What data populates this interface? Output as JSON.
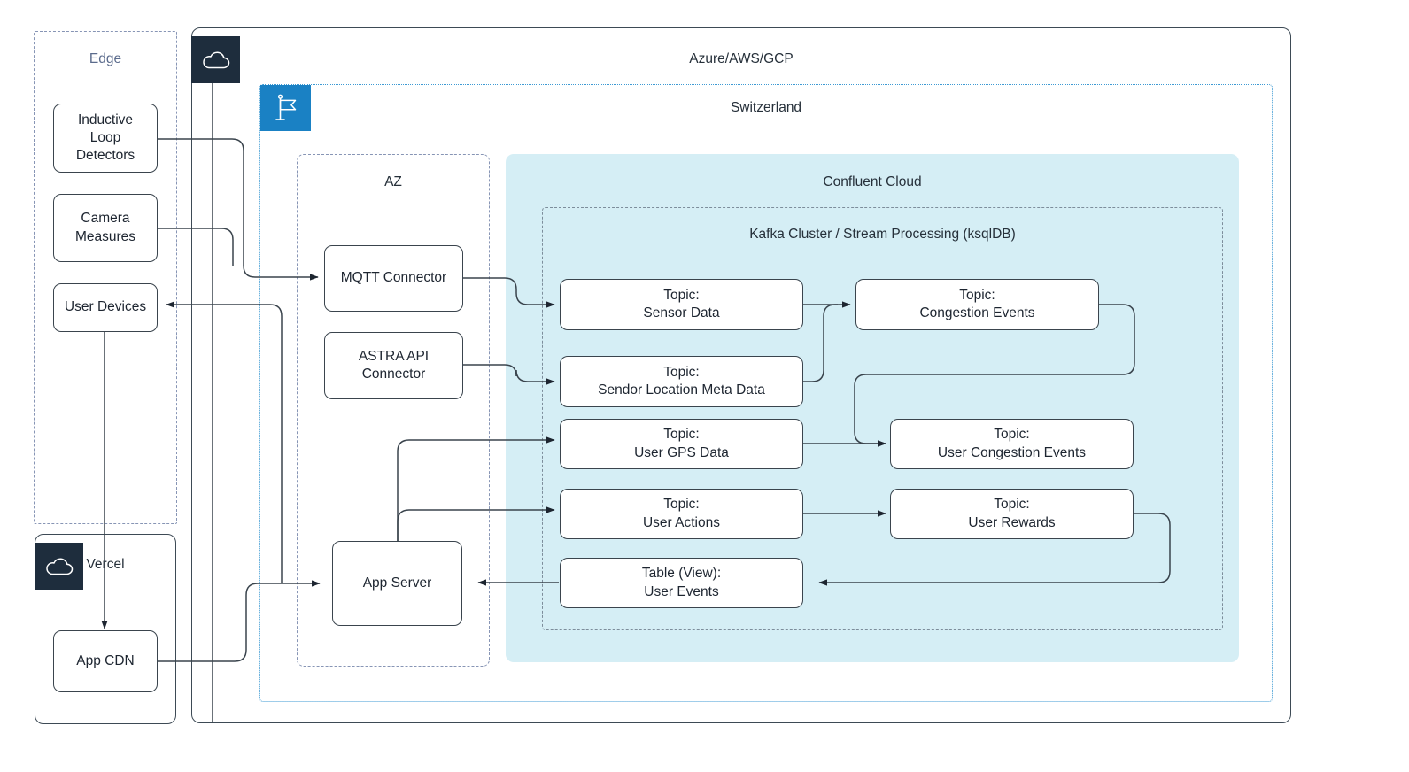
{
  "diagram": {
    "title": "Traffic congestion streaming architecture",
    "type": "architecture-flow"
  },
  "colors": {
    "confluent_fill": "#d5eef5",
    "cloud_badge": "#1e2d3d",
    "flag_badge": "#1a81c4",
    "edge_label": "#5b6b8c",
    "dotted_blue": "#3d9ad4",
    "dashed_grey": "#8795b5",
    "node_border": "#3a444d",
    "text": "#1d2530"
  },
  "containers": {
    "edge": {
      "label": "Edge"
    },
    "cloud_provider": {
      "label": "Azure/AWS/GCP",
      "icon": "cloud-icon"
    },
    "region": {
      "label": "Switzerland",
      "icon": "flag-icon"
    },
    "az": {
      "label": "AZ"
    },
    "confluent": {
      "label": "Confluent Cloud"
    },
    "kafka": {
      "label": "Kafka Cluster / Stream Processing (ksqlDB)"
    },
    "vercel": {
      "label": "Vercel",
      "icon": "cloud-icon"
    }
  },
  "nodes": {
    "inductive_loop_detectors": {
      "lines": [
        "Inductive",
        "Loop",
        "Detectors"
      ]
    },
    "camera_measures": {
      "lines": [
        "Camera",
        "Measures"
      ]
    },
    "user_devices": {
      "lines": [
        "User Devices"
      ]
    },
    "app_cdn": {
      "lines": [
        "App CDN"
      ]
    },
    "mqtt_connector": {
      "lines": [
        "MQTT Connector"
      ]
    },
    "astra_api_connector": {
      "lines": [
        "ASTRA API",
        "Connector"
      ]
    },
    "app_server": {
      "lines": [
        "App Server"
      ]
    },
    "topic_sensor_data": {
      "lines": [
        "Topic:",
        "Sensor Data"
      ]
    },
    "topic_sensor_location_meta_data": {
      "lines": [
        "Topic:",
        "Sendor Location Meta Data"
      ]
    },
    "topic_user_gps_data": {
      "lines": [
        "Topic:",
        "User GPS Data"
      ]
    },
    "topic_user_actions": {
      "lines": [
        "Topic:",
        "User Actions"
      ]
    },
    "table_user_events": {
      "lines": [
        "Table (View):",
        "User Events"
      ]
    },
    "topic_congestion_events": {
      "lines": [
        "Topic:",
        "Congestion Events"
      ]
    },
    "topic_user_congestion_events": {
      "lines": [
        "Topic:",
        "User Congestion Events"
      ]
    },
    "topic_user_rewards": {
      "lines": [
        "Topic:",
        "User Rewards"
      ]
    }
  },
  "edges": [
    {
      "from": "inductive_loop_detectors",
      "to": "mqtt_connector"
    },
    {
      "from": "camera_measures",
      "to": "mqtt_connector"
    },
    {
      "from": "mqtt_connector",
      "to": "topic_sensor_data"
    },
    {
      "from": "astra_api_connector",
      "to": "topic_sensor_location_meta_data"
    },
    {
      "from": "topic_sensor_data",
      "to": "topic_congestion_events"
    },
    {
      "from": "topic_sensor_location_meta_data",
      "to": "topic_congestion_events"
    },
    {
      "from": "topic_congestion_events",
      "to": "topic_user_congestion_events"
    },
    {
      "from": "topic_user_gps_data",
      "to": "topic_user_congestion_events"
    },
    {
      "from": "topic_user_actions",
      "to": "topic_user_rewards"
    },
    {
      "from": "topic_user_rewards",
      "to": "table_user_events"
    },
    {
      "from": "table_user_events",
      "to": "app_server"
    },
    {
      "from": "app_server",
      "to": "topic_user_gps_data"
    },
    {
      "from": "app_server",
      "to": "topic_user_actions"
    },
    {
      "from": "app_cdn",
      "to": "app_server"
    },
    {
      "from": "app_server",
      "to": "user_devices"
    },
    {
      "from": "user_devices",
      "to": "app_cdn"
    }
  ]
}
